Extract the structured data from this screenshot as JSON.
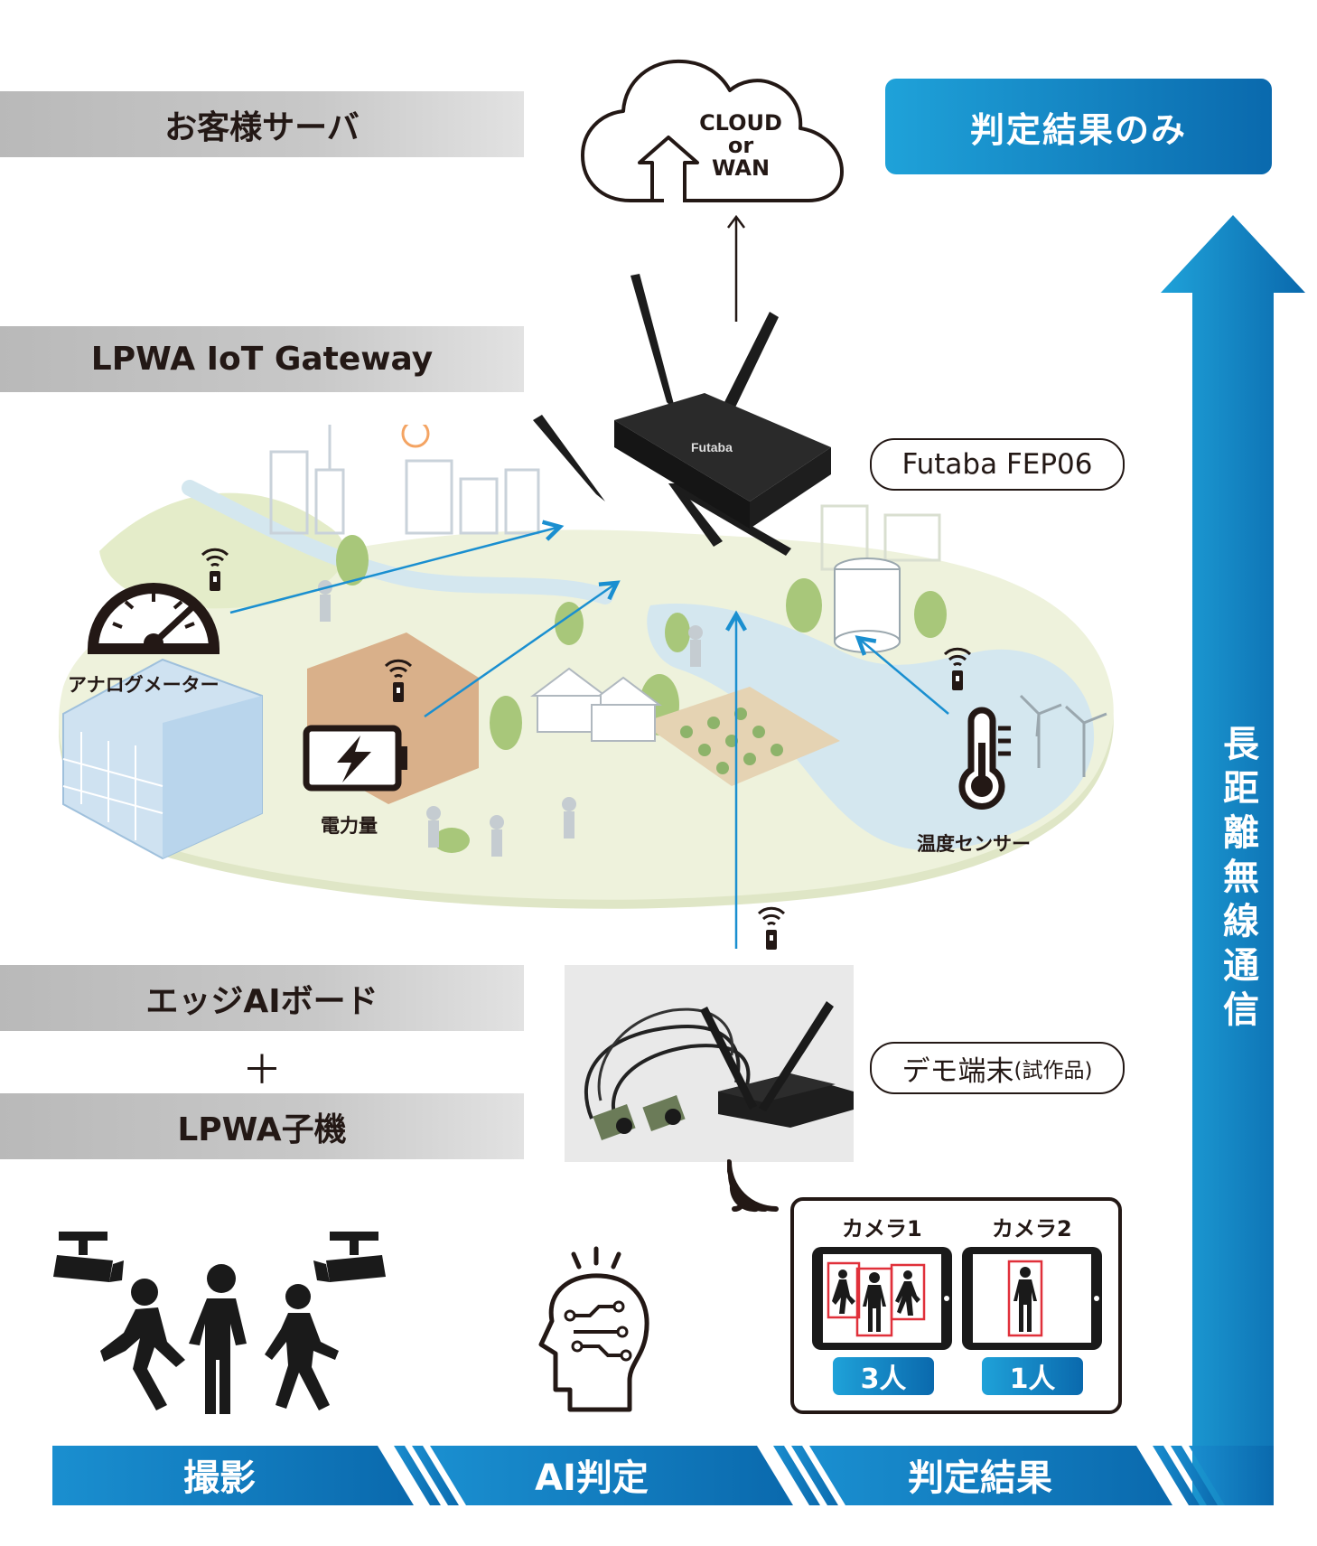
{
  "left_labels": {
    "customer_server": "お客様サーバ",
    "gateway": "LPWA IoT Gateway",
    "edge_ai_board": "エッジAIボード",
    "plus": "＋",
    "lpwa_child": "LPWA子機"
  },
  "cloud": {
    "line1": "CLOUD",
    "line2": "or",
    "line3": "WAN"
  },
  "result_only": "判定結果のみ",
  "long_range": [
    "長",
    "距",
    "離",
    "無",
    "線",
    "通",
    "信"
  ],
  "callouts": {
    "gateway_device": "Futaba FEP06",
    "demo_main": "デモ端末",
    "demo_sub": "(試作品)"
  },
  "sensors": {
    "analog_meter": "アナログメーター",
    "power": "電力量",
    "temperature": "温度センサー"
  },
  "cameras": [
    {
      "label": "カメラ1",
      "count": "3人"
    },
    {
      "label": "カメラ2",
      "count": "1人"
    }
  ],
  "steps": [
    "撮影",
    "AI判定",
    "判定結果"
  ],
  "colors": {
    "accent_blue": "#1a8fd0",
    "dark_blue": "#0a69ad",
    "detection_red": "#e0303a",
    "land_green": "#e6edcf",
    "water_blue": "#cfe4ee"
  }
}
